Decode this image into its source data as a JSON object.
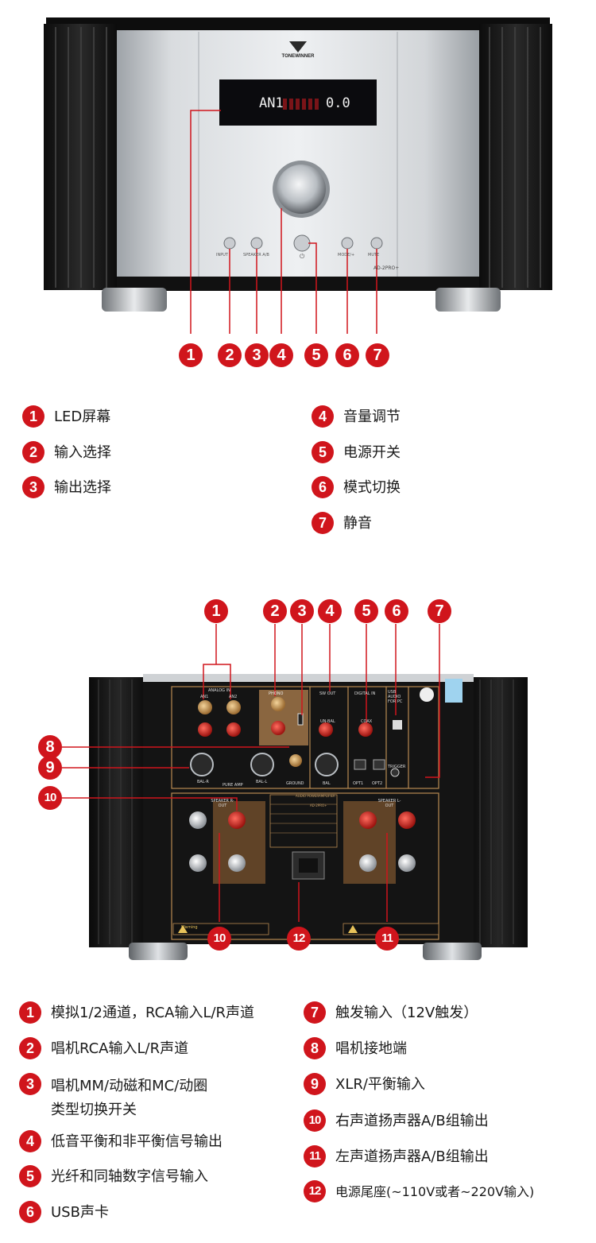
{
  "front": {
    "brand": "TONEWINNER",
    "model": "AD-2PRO+",
    "display_left": "AN1",
    "display_right": "0.0",
    "button_labels": [
      "INPUT",
      "SPEAKER A/B",
      "MODE/+",
      "MUTE"
    ],
    "callouts": [
      "1",
      "2",
      "3",
      "4",
      "5",
      "6",
      "7"
    ]
  },
  "front_legend": [
    {
      "num": "1",
      "label": "LED屏幕"
    },
    {
      "num": "2",
      "label": "输入选择"
    },
    {
      "num": "3",
      "label": "输出选择"
    },
    {
      "num": "4",
      "label": "音量调节"
    },
    {
      "num": "5",
      "label": "电源开关"
    },
    {
      "num": "6",
      "label": "模式切换"
    },
    {
      "num": "7",
      "label": "静音"
    }
  ],
  "back": {
    "callouts_top": [
      "1",
      "2",
      "3",
      "4",
      "5",
      "6",
      "7"
    ],
    "callouts_side": [
      "8",
      "9",
      "10"
    ],
    "callouts_bottom": [
      "10",
      "12",
      "11"
    ],
    "panel_labels": {
      "analog_in": "ANALOG IN",
      "an1": "AN1",
      "an2": "AN2",
      "phono": "PHONO",
      "sw_out": "SW OUT",
      "digital_in": "DIGITAL IN",
      "usb": "USB AUDIO FOR PC",
      "un_bal": "UN-BAL",
      "coax": "COAX",
      "bal": "BAL",
      "opt1": "OPT1",
      "opt2": "OPT2",
      "trigger": "TRIGGER",
      "ground": "GROUND",
      "bal_r": "BAL-R",
      "bal_l": "BAL-L",
      "pure_amp": "PURE AMP",
      "speaker_r": "SPEAKER R-OUT",
      "speaker_l": "SPEAKER L-OUT",
      "warning": "Warning",
      "plate_title": "AUDIO POWERAMPLIFIER",
      "plate_model": "AD-2PRO+"
    }
  },
  "back_legend_left": [
    {
      "num": "1",
      "label": "模拟1/2通道，RCA输入L/R声道"
    },
    {
      "num": "2",
      "label": "唱机RCA输入L/R声道"
    },
    {
      "num": "3",
      "label": "唱机MM/动磁和MC/动圈类型切换开关"
    },
    {
      "num": "4",
      "label": "低音平衡和非平衡信号输出"
    },
    {
      "num": "5",
      "label": "光纤和同轴数字信号输入"
    },
    {
      "num": "6",
      "label": "USB声卡"
    }
  ],
  "back_legend_right": [
    {
      "num": "7",
      "label": "触发输入（12V触发）"
    },
    {
      "num": "8",
      "label": "唱机接地端"
    },
    {
      "num": "9",
      "label": "XLR/平衡输入"
    },
    {
      "num": "10",
      "label": "右声道扬声器A/B组输出"
    },
    {
      "num": "11",
      "label": "左声道扬声器A/B组输出"
    },
    {
      "num": "12",
      "label": "电源尾座(~110V或者~220V输入)"
    }
  ],
  "colors": {
    "accent": "#d0151c",
    "chassis": "#151515",
    "silver": "#c9cdd1",
    "gold": "#b88a52"
  }
}
